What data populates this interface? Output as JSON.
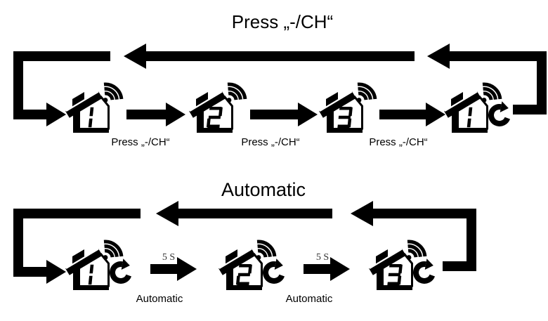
{
  "colors": {
    "ink": "#000000",
    "background": "#ffffff"
  },
  "icons": {
    "node": "house-transmitter-wifi-icon",
    "signal": "wifi-signal-icon",
    "cycle": "auto-cycle-arrow-icon",
    "flow": "thick-flow-arrow-icon"
  },
  "top_flow": {
    "title": "Press „-/CH“",
    "nodes": [
      {
        "channel": "1",
        "cycle": false
      },
      {
        "channel": "2",
        "cycle": false
      },
      {
        "channel": "3",
        "cycle": false
      },
      {
        "channel": "1",
        "cycle": true
      }
    ],
    "step_labels": [
      "Press „-/CH“",
      "Press „-/CH“",
      "Press „-/CH“"
    ]
  },
  "bottom_flow": {
    "title": "Automatic",
    "nodes": [
      {
        "channel": "1",
        "cycle": true
      },
      {
        "channel": "2",
        "cycle": true
      },
      {
        "channel": "3",
        "cycle": true
      }
    ],
    "interval_labels": [
      "5 S",
      "5 S"
    ],
    "step_labels": [
      "Automatic",
      "Automatic"
    ]
  }
}
